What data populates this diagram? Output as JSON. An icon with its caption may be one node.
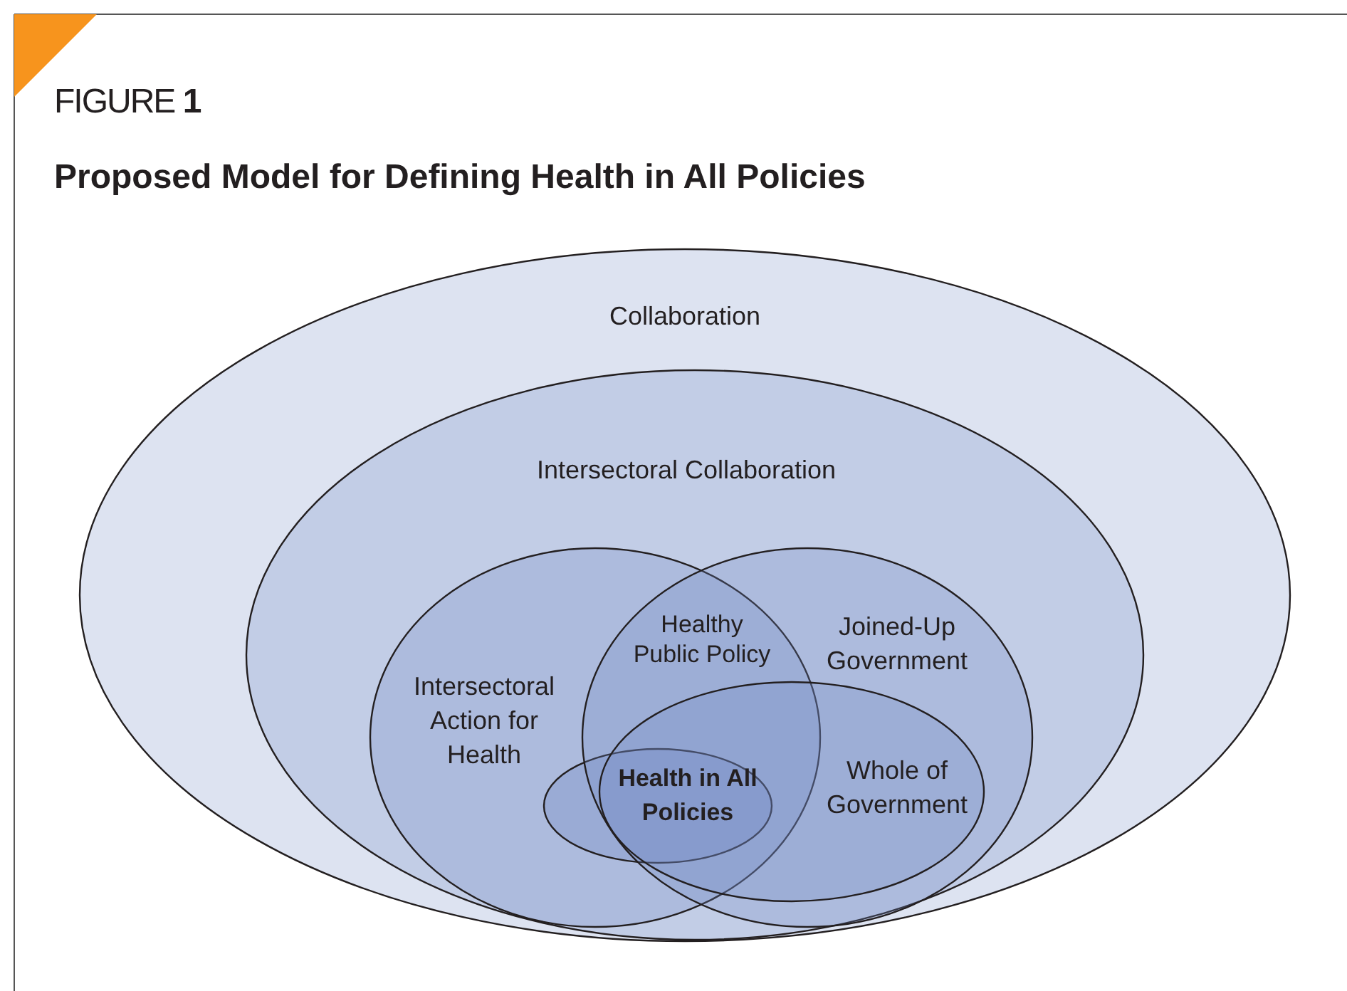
{
  "diagram": {
    "title": "Proposed Model for Defining Health in All Policies",
    "nodes": [
      {
        "text": [
          "Collaboration"
        ]
      },
      {
        "text": [
          "Intersectoral Collaboration"
        ],
        "in": 0
      },
      {
        "text": [
          "Intersectoral Action for Health"
        ],
        "in": 1
      },
      {
        "text": [
          "Joined-Up Government"
        ],
        "in": 1
      },
      {
        "text": [
          "Whole of Government"
        ],
        "in": 3
      },
      {
        "text": [
          "Health in All Policies"
        ],
        "in": 2
      }
    ],
    "labels": [
      "FIGURE **1**",
      "Healthy Public Policy"
    ]
  }
}
